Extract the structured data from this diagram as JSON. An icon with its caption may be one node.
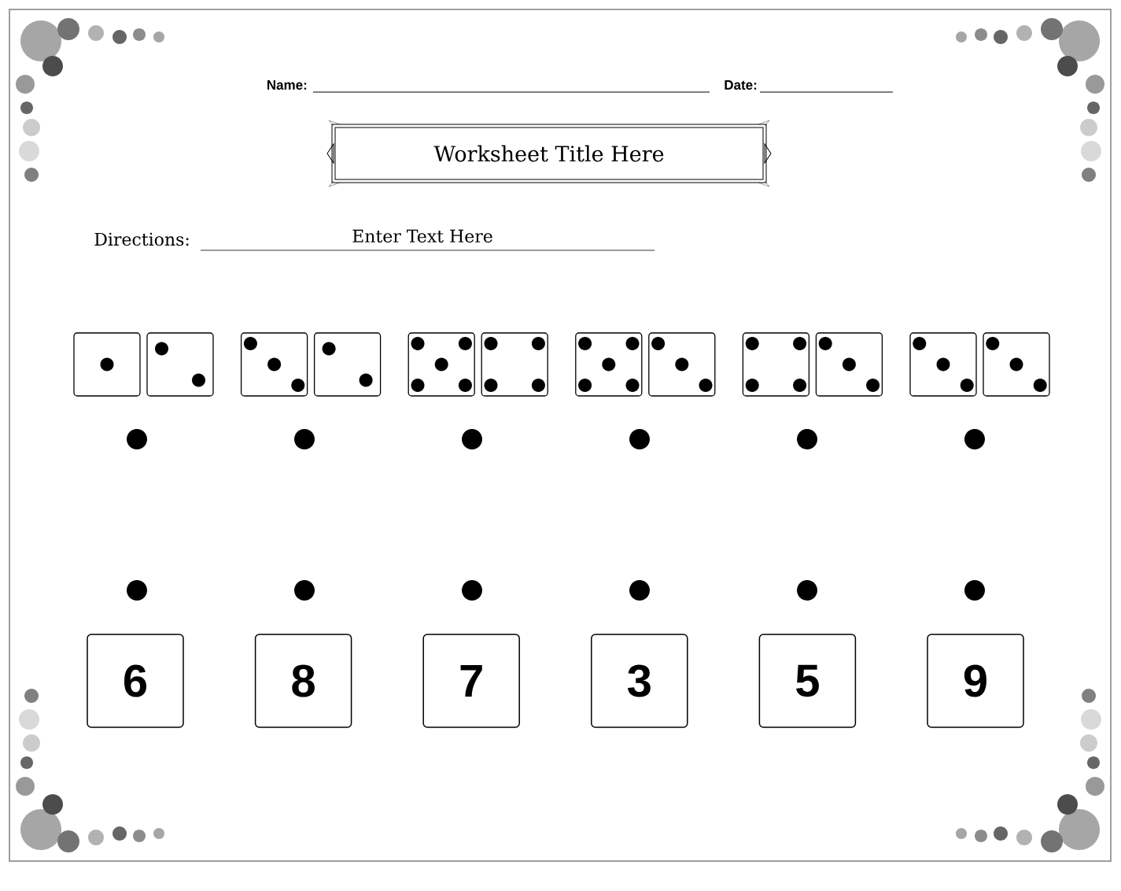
{
  "diagram": {
    "nodes": [
      {
        "text": [
          "Worksheet Title Here"
        ]
      },
      {
        "text": [],
        "shape": "box"
      },
      {
        "text": [],
        "shape": "box"
      },
      {
        "text": [],
        "shape": "box"
      },
      {
        "text": [],
        "shape": "box"
      },
      {
        "text": [],
        "shape": "box"
      },
      {
        "text": [],
        "shape": "box"
      },
      {
        "text": [],
        "shape": "box"
      },
      {
        "text": [],
        "shape": "box"
      },
      {
        "text": [],
        "shape": "box"
      },
      {
        "text": [],
        "shape": "box"
      },
      {
        "text": [],
        "shape": "box"
      },
      {
        "text": [],
        "shape": "box"
      },
      {
        "text": [],
        "shape": "circle"
      },
      {
        "text": [],
        "shape": "circle"
      },
      {
        "text": [],
        "shape": "circle"
      },
      {
        "text": [],
        "shape": "circle"
      },
      {
        "text": [],
        "shape": "circle"
      },
      {
        "text": [],
        "shape": "circle"
      },
      {
        "text": [],
        "shape": "circle"
      },
      {
        "text": [],
        "shape": "circle"
      },
      {
        "text": [],
        "shape": "circle"
      },
      {
        "text": [],
        "shape": "circle"
      },
      {
        "text": [],
        "shape": "circle"
      },
      {
        "text": [],
        "shape": "circle"
      },
      {
        "text": [
          "6"
        ]
      },
      {
        "text": [
          "8"
        ]
      },
      {
        "text": [
          "7"
        ]
      },
      {
        "text": [
          "3"
        ]
      },
      {
        "text": [
          "5"
        ]
      },
      {
        "text": [
          "9"
        ]
      }
    ],
    "labels": [
      "Name:",
      "Date:",
      "Directions:",
      "Enter Text Here"
    ]
  }
}
